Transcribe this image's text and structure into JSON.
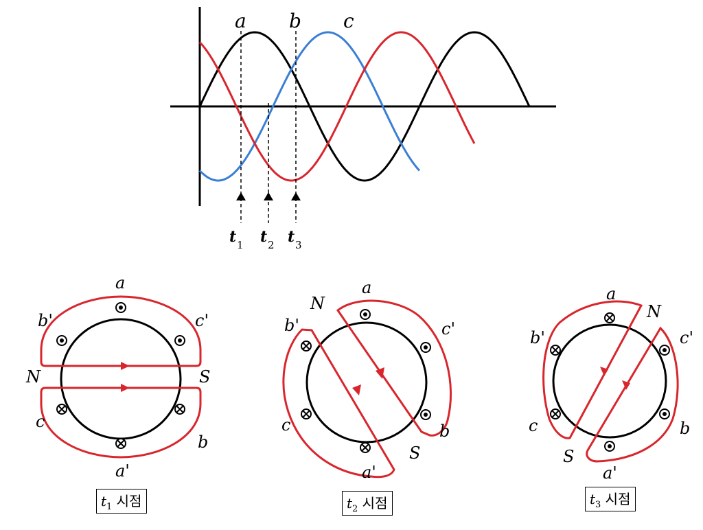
{
  "waveform": {
    "phase_labels": [
      "a",
      "b",
      "c"
    ],
    "time_markers": [
      {
        "t": "t",
        "sub": "1"
      },
      {
        "t": "t",
        "sub": "2"
      },
      {
        "t": "t",
        "sub": "3"
      }
    ],
    "colors": {
      "a": "#000000",
      "b": "#3a7fd5",
      "c": "#d8262d"
    }
  },
  "diagrams": [
    {
      "caption_t": "t",
      "caption_sub": "1",
      "caption_text": " 시점",
      "labels": {
        "a": "a",
        "a_prime": "a'",
        "b": "b",
        "b_prime": "b'",
        "c": "c",
        "c_prime": "c'",
        "N": "N",
        "S": "S"
      },
      "symbols": {
        "a": "dot",
        "a_prime": "cross",
        "b": "cross",
        "b_prime": "dot",
        "c": "cross",
        "c_prime": "dot"
      }
    },
    {
      "caption_t": "t",
      "caption_sub": "2",
      "caption_text": " 시점",
      "labels": {
        "a": "a",
        "a_prime": "a'",
        "b": "b",
        "b_prime": "b'",
        "c": "c",
        "c_prime": "c'",
        "N": "N",
        "S": "S"
      },
      "symbols": {
        "a": "dot",
        "a_prime": "cross",
        "b": "dot",
        "b_prime": "cross",
        "c": "cross",
        "c_prime": "dot"
      }
    },
    {
      "caption_t": "t",
      "caption_sub": "3",
      "caption_text": " 시점",
      "labels": {
        "a": "a",
        "a_prime": "a'",
        "b": "b",
        "b_prime": "b'",
        "c": "c",
        "c_prime": "c'",
        "N": "N",
        "S": "S"
      },
      "symbols": {
        "a": "cross",
        "a_prime": "dot",
        "b": "dot",
        "b_prime": "cross",
        "c": "cross",
        "c_prime": "dot"
      }
    }
  ]
}
